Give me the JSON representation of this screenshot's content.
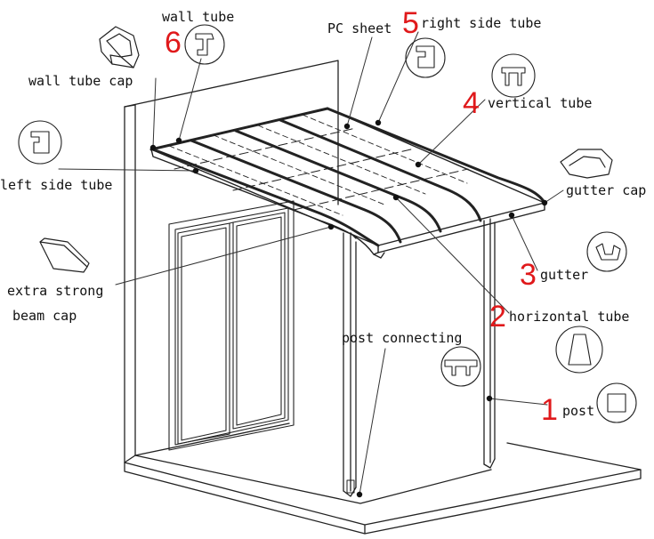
{
  "labels": {
    "wall_tube": "wall tube",
    "wall_tube_cap": "wall tube cap",
    "left_side_tube": "left side tube",
    "extra_strong_1": "extra strong",
    "extra_strong_2": "beam cap",
    "pc_sheet": "PC sheet",
    "right_side_tube": "right side tube",
    "vertical_tube": "vertical tube",
    "gutter_cap": "gutter cap",
    "gutter": "gutter",
    "horizontal_tube": "horizontal tube",
    "post_connecting": "post connecting",
    "post": "post"
  },
  "numbers": {
    "n1": "1",
    "n2": "2",
    "n3": "3",
    "n4": "4",
    "n5": "5",
    "n6": "6"
  },
  "colors": {
    "number": "#e0191b",
    "ink": "#111111"
  }
}
